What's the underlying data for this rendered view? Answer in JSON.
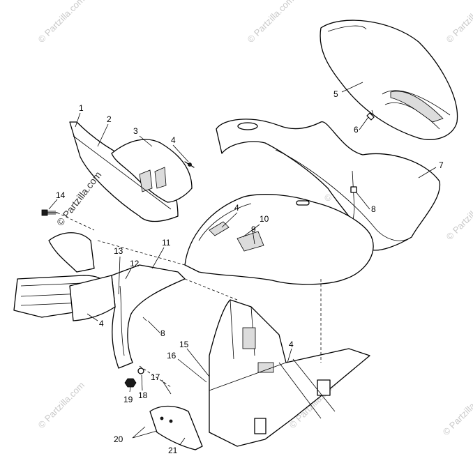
{
  "diagram": {
    "watermarks": {
      "main": "© Partzilla.com",
      "tile": "© Partzilla.com"
    },
    "callouts": [
      {
        "id": "c1",
        "text": "1"
      },
      {
        "id": "c2",
        "text": "2"
      },
      {
        "id": "c3",
        "text": "3"
      },
      {
        "id": "c4a",
        "text": "4"
      },
      {
        "id": "c5",
        "text": "5"
      },
      {
        "id": "c6",
        "text": "6"
      },
      {
        "id": "c7",
        "text": "7"
      },
      {
        "id": "c8a",
        "text": "8"
      },
      {
        "id": "c14",
        "text": "14"
      },
      {
        "id": "c4b",
        "text": "4"
      },
      {
        "id": "c10",
        "text": "10"
      },
      {
        "id": "c9",
        "text": "9"
      },
      {
        "id": "c11",
        "text": "11"
      },
      {
        "id": "c13",
        "text": "13"
      },
      {
        "id": "c12",
        "text": "12"
      },
      {
        "id": "c4c",
        "text": "4"
      },
      {
        "id": "c8b",
        "text": "8"
      },
      {
        "id": "c15",
        "text": "15"
      },
      {
        "id": "c16",
        "text": "16"
      },
      {
        "id": "c4d",
        "text": "4"
      },
      {
        "id": "c17",
        "text": "17"
      },
      {
        "id": "c19",
        "text": "19"
      },
      {
        "id": "c18",
        "text": "18"
      },
      {
        "id": "c20",
        "text": "20"
      },
      {
        "id": "c21",
        "text": "21"
      }
    ]
  }
}
